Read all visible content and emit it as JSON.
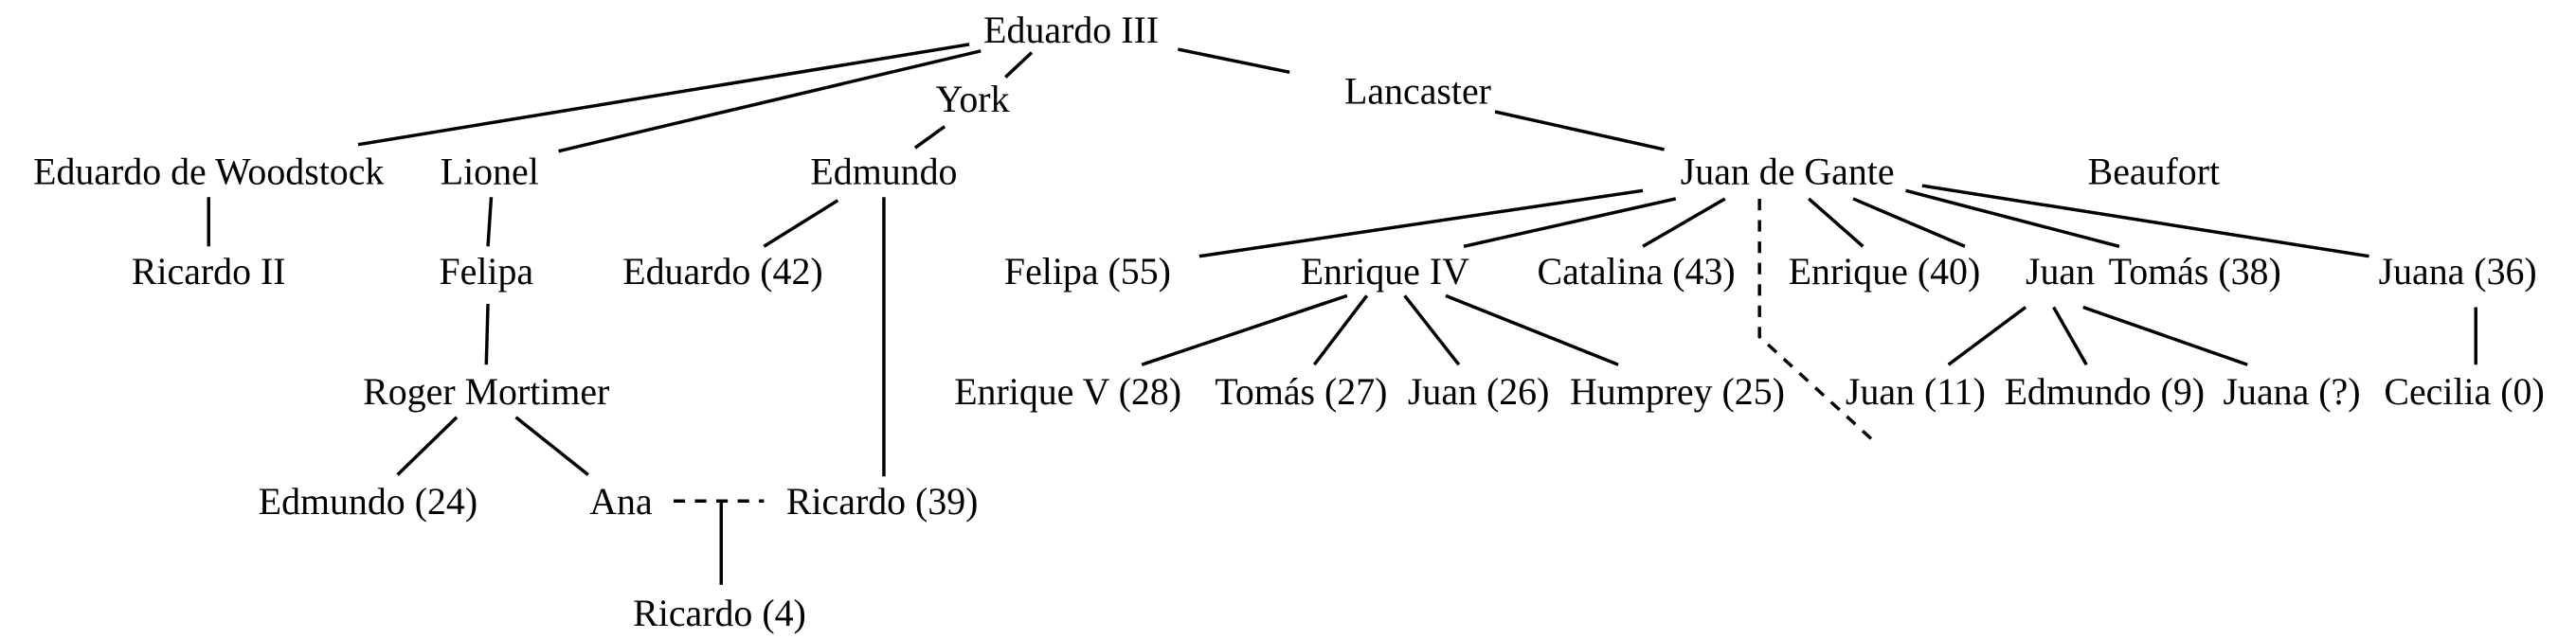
{
  "nodes": {
    "eduardo_iii": "Eduardo III",
    "york": "York",
    "lancaster": "Lancaster",
    "eduardo_woodstock": "Eduardo de Woodstock",
    "lionel": "Lionel",
    "edmundo": "Edmundo",
    "juan_de_gante": "Juan de Gante",
    "beaufort": "Beaufort",
    "ricardo_ii": "Ricardo II",
    "felipa": "Felipa",
    "eduardo_42": "Eduardo (42)",
    "felipa_55": "Felipa (55)",
    "enrique_iv": "Enrique IV",
    "catalina_43": "Catalina (43)",
    "enrique_40": "Enrique (40)",
    "juan": "Juan",
    "tomas_38": "Tomás (38)",
    "juana_36": "Juana (36)",
    "roger_mortimer": "Roger Mortimer",
    "enrique_v_28": "Enrique V (28)",
    "tomas_27": "Tomás (27)",
    "juan_26": "Juan (26)",
    "humprey_25": "Humprey (25)",
    "juan_11": "Juan (11)",
    "edmundo_9": "Edmundo (9)",
    "juana_q": "Juana (?)",
    "cecilia_0": "Cecilia (0)",
    "edmundo_24": "Edmundo (24)",
    "ana": "Ana",
    "ricardo_39": "Ricardo (39)",
    "ricardo_4": "Ricardo (4)"
  }
}
